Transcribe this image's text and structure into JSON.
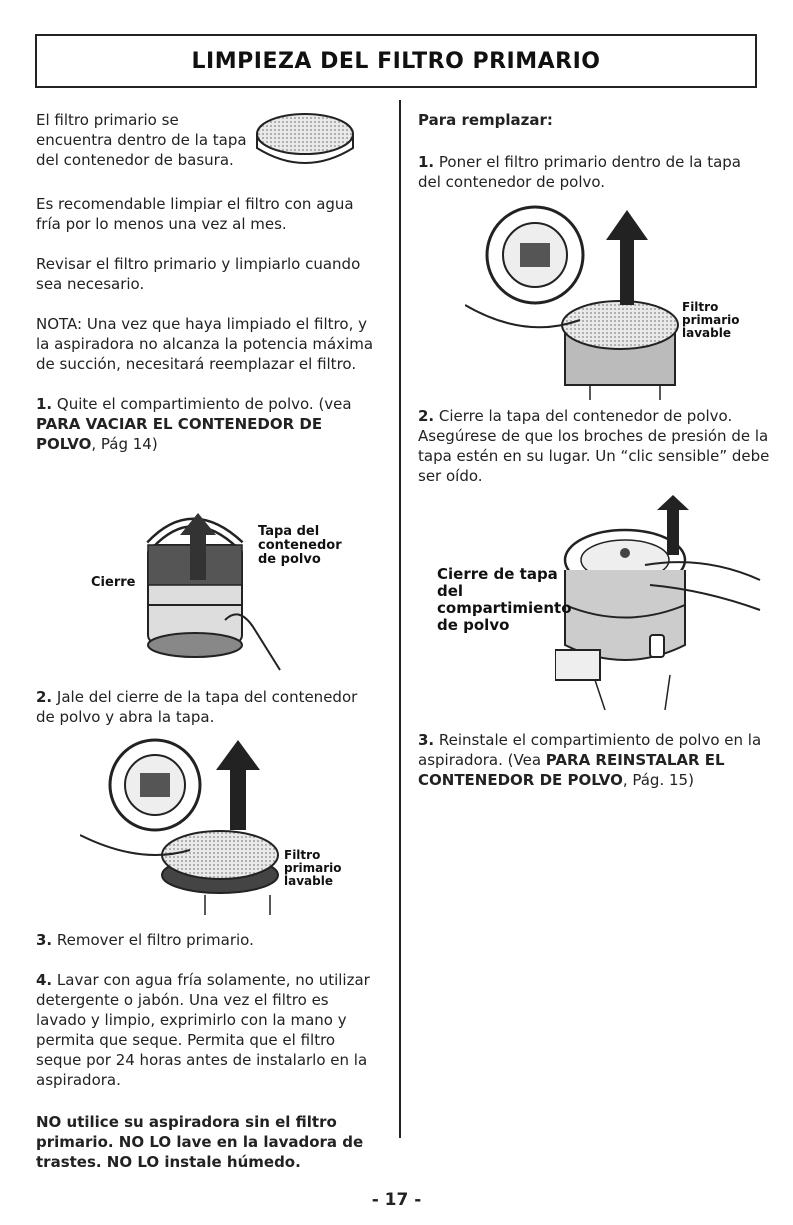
{
  "title": "LIMPIEZA DEL FILTRO PRIMARIO",
  "left": {
    "p1": "El filtro primario se encuentra dentro de la tapa del contenedor de basura.",
    "p2": "Es recomendable limpiar el filtro con agua fría por lo menos una vez al mes.",
    "p3": "Revisar el filtro primario y limpiarlo cuando sea necesario.",
    "p4": "NOTA: Una vez que haya limpiado el filtro, y la aspiradora no alcanza la potencia máxima de succión, necesitará reemplazar el filtro.",
    "step1_num": "1.",
    "step1_text": " Quite el compartimiento de polvo. (vea ",
    "step1_bold": "PARA VACIAR EL CONTENEDOR DE POLVO",
    "step1_end": ", Pág 14)",
    "fig1_label_tapa": "Tapa del contenedor de polvo",
    "fig1_label_cierre": "Cierre",
    "step2_num": "2.",
    "step2_text": " Jale del cierre de la tapa del contenedor de polvo y abra la tapa.",
    "fig2_label": "Filtro primario lavable",
    "step3_num": "3.",
    "step3_text": " Remover el filtro primario.",
    "step4_num": "4.",
    "step4_text": " Lavar con agua fría solamente, no utilizar detergente o jabón. Una vez el filtro es lavado y limpio, exprimirlo con la mano y permita que seque. Permita que el filtro seque por 24 horas antes de instalarlo en la aspiradora.",
    "warning": "NO utilice su aspiradora sin el filtro primario. NO LO lave en la lavadora de trastes. NO LO instale húmedo."
  },
  "right": {
    "heading": "Para remplazar:",
    "step1_num": "1.",
    "step1_text": " Poner el filtro primario dentro de la tapa del contenedor de polvo.",
    "fig3_label": "Filtro primario lavable",
    "step2_num": "2.",
    "step2_text": " Cierre la tapa del contenedor de polvo. Asegúrese de que los broches de presión de la tapa estén en su lugar. Un “clic sensible” debe ser oído.",
    "fig4_label": "Cierre de tapa del compartimiento de polvo",
    "step3_num": "3.",
    "step3_text": " Reinstale el compartimiento de polvo en la aspiradora. (Vea ",
    "step3_bold": "PARA REINSTALAR EL CONTENEDOR DE POLVO",
    "step3_end": ", Pág. 15)"
  },
  "page_number": "- 17 -"
}
